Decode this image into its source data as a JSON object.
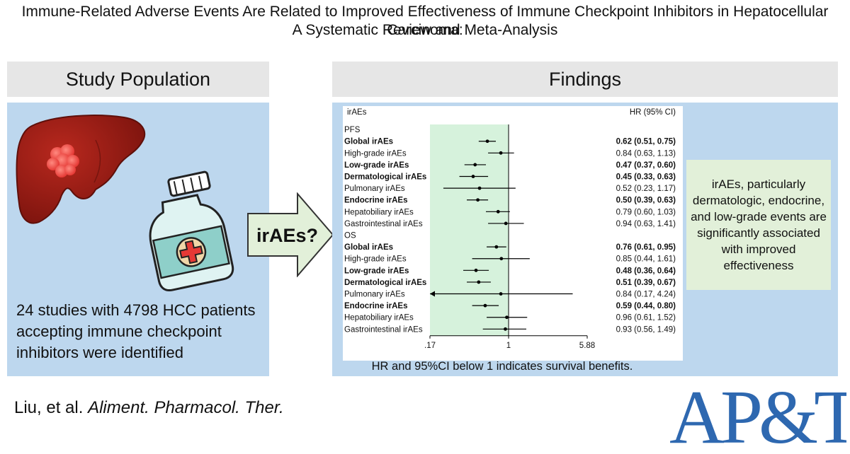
{
  "title": {
    "line1": "Immune-Related Adverse Events Are Related to Improved Effectiveness of Immune Checkpoint Inhibitors in Hepatocellular Carcinoma:",
    "line2": "A Systematic Review and Meta-Analysis"
  },
  "study_population": {
    "header": "Study Population",
    "description": "24 studies with 4798 HCC patients accepting immune checkpoint inhibitors were identified"
  },
  "arrow_label": "irAEs?",
  "findings": {
    "header": "Findings",
    "caption": "HR and 95%CI below 1 indicates survival benefits.",
    "conclusion": "irAEs, particularly dermatologic, endocrine, and low-grade events are significantly associated with improved effectiveness"
  },
  "citation": {
    "authors": "Liu, et al.",
    "journal": "Aliment. Pharmacol. Ther."
  },
  "logo_text": "AP&T",
  "colors": {
    "panel_blue": "#bdd7ee",
    "header_gray": "#e6e6e6",
    "null_region_green": "#d6f2dc",
    "conclusion_green": "#e2f0d9",
    "logo_blue": "#2e68b0",
    "arrow_fill": "#e2f0d9"
  },
  "icons": [
    "liver-icon",
    "medicine-bottle-icon",
    "right-arrow-icon"
  ],
  "chart_data": {
    "type": "forest",
    "column_headers": {
      "label": "irAEs",
      "effect": "HR (95% CI)"
    },
    "x_scale": "log",
    "x_ticks": [
      {
        "value": 0.17,
        "label": ".17"
      },
      {
        "value": 1,
        "label": "1"
      },
      {
        "value": 5.88,
        "label": "5.88"
      }
    ],
    "xlim": [
      0.17,
      5.88
    ],
    "null_line": 1,
    "shaded_region": [
      0.17,
      1
    ],
    "groups": [
      {
        "name": "PFS",
        "rows": [
          {
            "label": "Global irAEs",
            "hr": 0.62,
            "lo": 0.51,
            "hi": 0.75,
            "bold": true,
            "text": "0.62 (0.51, 0.75)"
          },
          {
            "label": "High-grade irAEs",
            "hr": 0.84,
            "lo": 0.63,
            "hi": 1.13,
            "bold": false,
            "text": "0.84 (0.63, 1.13)"
          },
          {
            "label": "Low-grade irAEs",
            "hr": 0.47,
            "lo": 0.37,
            "hi": 0.6,
            "bold": true,
            "text": "0.47 (0.37, 0.60)"
          },
          {
            "label": "Dermatological irAEs",
            "hr": 0.45,
            "lo": 0.33,
            "hi": 0.63,
            "bold": true,
            "text": "0.45 (0.33, 0.63)"
          },
          {
            "label": "Pulmonary irAEs",
            "hr": 0.52,
            "lo": 0.23,
            "hi": 1.17,
            "bold": false,
            "text": "0.52 (0.23, 1.17)"
          },
          {
            "label": "Endocrine irAEs",
            "hr": 0.5,
            "lo": 0.39,
            "hi": 0.63,
            "bold": true,
            "text": "0.50 (0.39, 0.63)"
          },
          {
            "label": "Hepatobiliary irAEs",
            "hr": 0.79,
            "lo": 0.6,
            "hi": 1.03,
            "bold": false,
            "text": "0.79 (0.60, 1.03)"
          },
          {
            "label": "Gastrointestinal irAEs",
            "hr": 0.94,
            "lo": 0.63,
            "hi": 1.41,
            "bold": false,
            "text": "0.94 (0.63, 1.41)"
          }
        ]
      },
      {
        "name": "OS",
        "rows": [
          {
            "label": "Global irAEs",
            "hr": 0.76,
            "lo": 0.61,
            "hi": 0.95,
            "bold": true,
            "text": "0.76 (0.61, 0.95)"
          },
          {
            "label": "High-grade irAEs",
            "hr": 0.85,
            "lo": 0.44,
            "hi": 1.61,
            "bold": false,
            "text": "0.85 (0.44, 1.61)"
          },
          {
            "label": "Low-grade irAEs",
            "hr": 0.48,
            "lo": 0.36,
            "hi": 0.64,
            "bold": true,
            "text": "0.48 (0.36, 0.64)"
          },
          {
            "label": "Dermatological irAEs",
            "hr": 0.51,
            "lo": 0.39,
            "hi": 0.67,
            "bold": true,
            "text": "0.51 (0.39, 0.67)"
          },
          {
            "label": "Pulmonary irAEs",
            "hr": 0.84,
            "lo": 0.17,
            "hi": 4.24,
            "bold": false,
            "text": "0.84 (0.17, 4.24)",
            "lo_arrow": true
          },
          {
            "label": "Endocrine irAEs",
            "hr": 0.59,
            "lo": 0.44,
            "hi": 0.8,
            "bold": true,
            "text": "0.59 (0.44, 0.80)"
          },
          {
            "label": "Hepatobiliary irAEs",
            "hr": 0.96,
            "lo": 0.61,
            "hi": 1.52,
            "bold": false,
            "text": "0.96 (0.61, 1.52)"
          },
          {
            "label": "Gastrointestinal irAEs",
            "hr": 0.93,
            "lo": 0.56,
            "hi": 1.49,
            "bold": false,
            "text": "0.93 (0.56, 1.49)"
          }
        ]
      }
    ]
  }
}
